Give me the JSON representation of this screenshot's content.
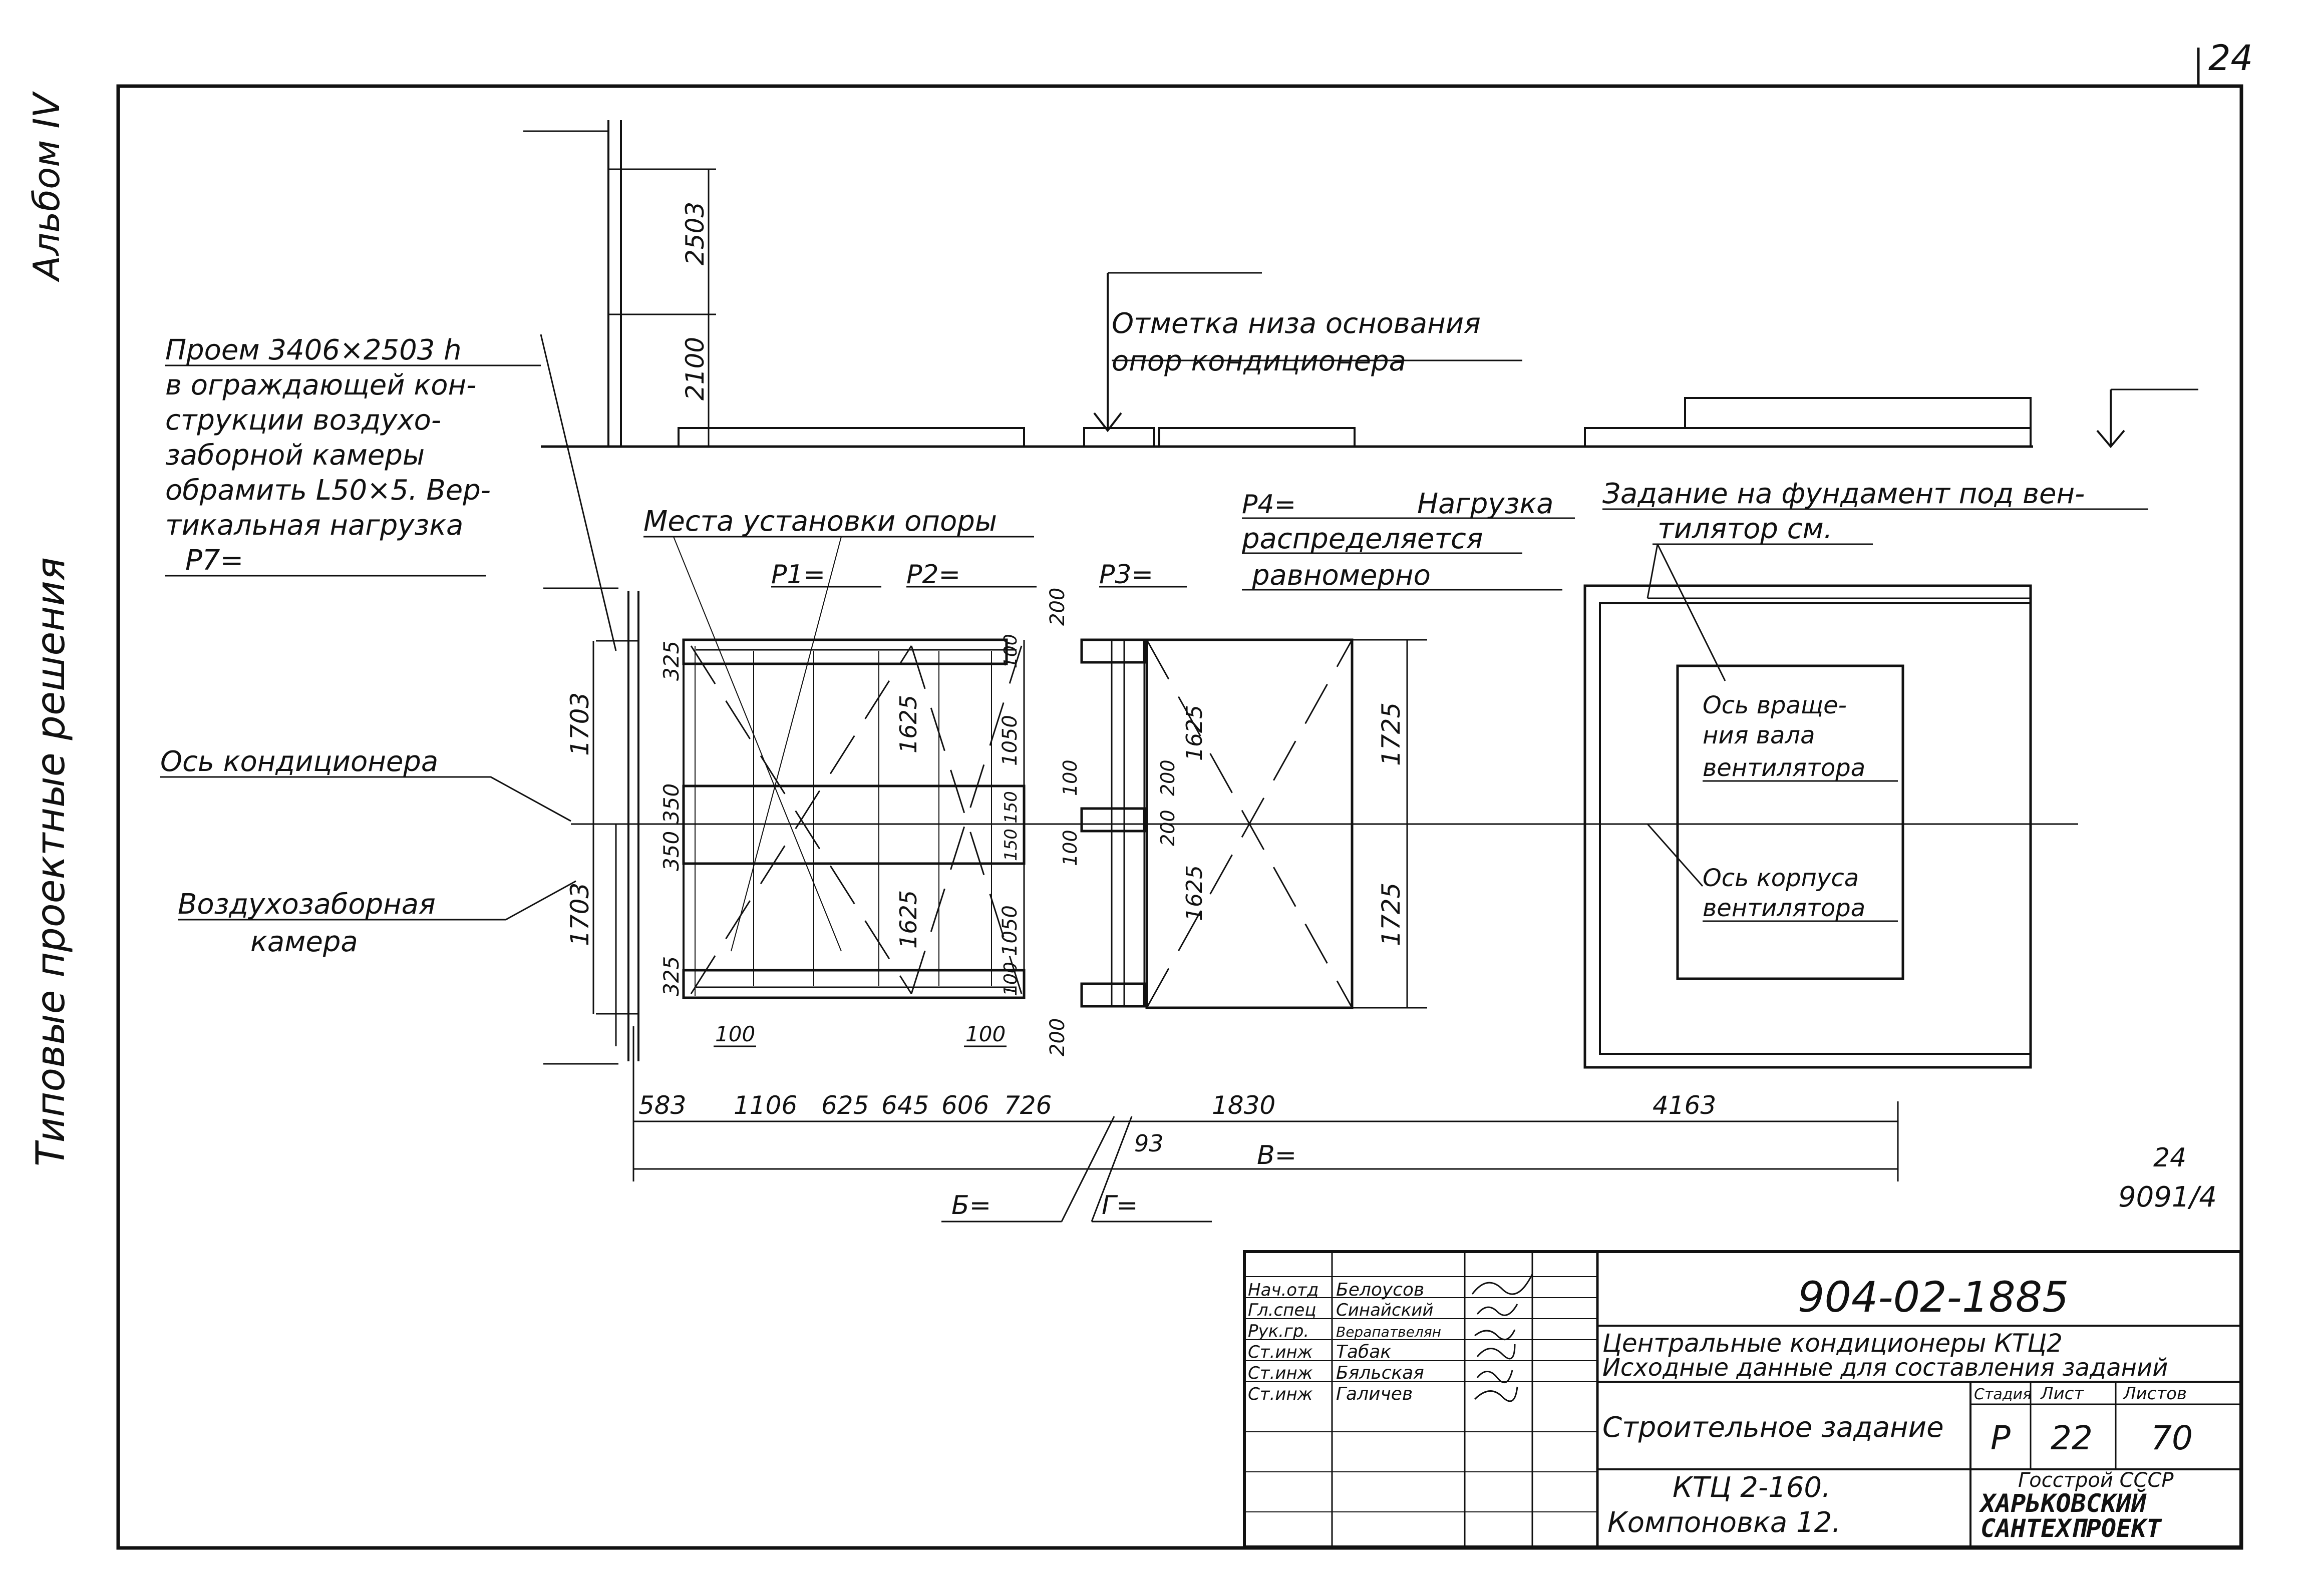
{
  "sheet": {
    "page_number": "24",
    "side_album": "Альбом IV",
    "side_series": "Типовые проектные решения"
  },
  "top": {
    "dim_2503": "2503",
    "dim_2100": "2100",
    "level_note": [
      "Отметка низа основания",
      "опор кондиционера"
    ]
  },
  "opening_note": [
    "Проем 3406×2503 h",
    "в ограждающей кон-",
    "струкции воздухо-",
    "заборной камеры",
    "обрамить L50×5. Вер-",
    "тикальная нагрузка",
    "P7="
  ],
  "labels": {
    "support_places": "Места установки опоры",
    "p1": "P1=",
    "p2": "P2=",
    "p3": "P3=",
    "p4": "P4=",
    "load_note_1": "Нагрузка",
    "load_note_2": "распределяется",
    "load_note_3": "равномерно",
    "conditioner_axis": "Ось кондиционера",
    "intake_1": "Воздухозаборная",
    "intake_2": "камера",
    "fan_task_1": "Задание на фундамент под вен-",
    "fan_task_2": "тилятор см.",
    "rot_axis_1": "Ось враще-",
    "rot_axis_2": "ния вала",
    "rot_axis_3": "вентилятора",
    "case_axis_1": "Ось корпуса",
    "case_axis_2": "вентилятора",
    "b_eq": "Б=",
    "v_eq": "В=",
    "g_eq": "Г=",
    "ref_1": "24",
    "ref_2": "9091/4"
  },
  "dims": {
    "d1703a": "1703",
    "d1703b": "1703",
    "d350a": "350",
    "d350b": "350",
    "d325a": "325",
    "d325b": "325",
    "d1625a": "1625",
    "d1625b": "1625",
    "d1625c": "1625",
    "d1625d": "1625",
    "d1050a": "1050",
    "d1050b": "1050",
    "d100a": "100",
    "d100b": "100",
    "d100c": "100",
    "d100d": "100",
    "d100e": "100",
    "d100f": "100",
    "d200a": "200",
    "d200b": "200",
    "d200c": "200",
    "d200d": "200",
    "d150a": "150",
    "d150b": "150",
    "d1725a": "1725",
    "d1725b": "1725",
    "bottom": [
      "583",
      "1106",
      "625",
      "645",
      "606",
      "726",
      "1830",
      "4163"
    ],
    "d93": "93"
  },
  "title_block": {
    "code": "904-02-1885",
    "roles": [
      {
        "role": "Нач.отд",
        "name": "Белоусов"
      },
      {
        "role": "Гл.спец",
        "name": "Синайский"
      },
      {
        "role": "Рук.гр.",
        "name": "Верапатвелян"
      },
      {
        "role": "Ст.инж",
        "name": "Табак"
      },
      {
        "role": "Ст.инж",
        "name": "Бяльская"
      },
      {
        "role": "Ст.инж",
        "name": "Галичев"
      }
    ],
    "title_1": "Центральные кондиционеры КТЦ2",
    "title_2": "Исходные данные для составления заданий",
    "sheet_name": "Строительное задание",
    "stage_h": "Стадия",
    "sheet_h": "Лист",
    "sheets_h": "Листов",
    "stage": "Р",
    "sheet": "22",
    "sheets": "70",
    "layout_1": "КТЦ 2-160.",
    "layout_2": "Компоновка 12.",
    "org_1": "Госстрой СССР",
    "org_2": "ХАРЬКОВСКИЙ",
    "org_3": "САНТЕХПРОЕКТ"
  }
}
